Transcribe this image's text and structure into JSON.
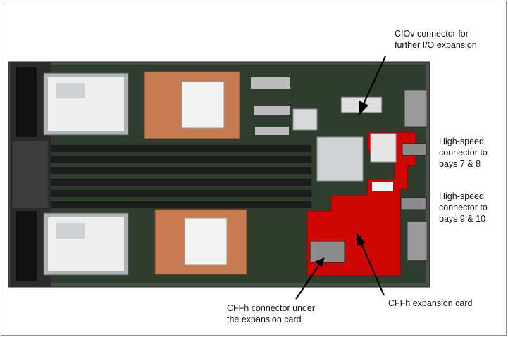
{
  "figure": {
    "title": "",
    "colors": {
      "board": "#2d3a2a",
      "heatsink": "#c87a50",
      "expansion_card": "#e00000",
      "connector_block": "#8c8c8c",
      "drive_label": "#eeeeee",
      "dimm": "#1c1c1c"
    }
  },
  "callouts": {
    "ciov": "CIOv connector for\nfurther I/O expansion",
    "hs_7_8": "High-speed\nconnector to\nbays 7 & 8",
    "hs_9_10": "High-speed\nconnector to\nbays 9 & 10",
    "cffh_connector": "CFFh connector under\nthe expansion card",
    "cffh_card": "CFFh expansion card"
  }
}
